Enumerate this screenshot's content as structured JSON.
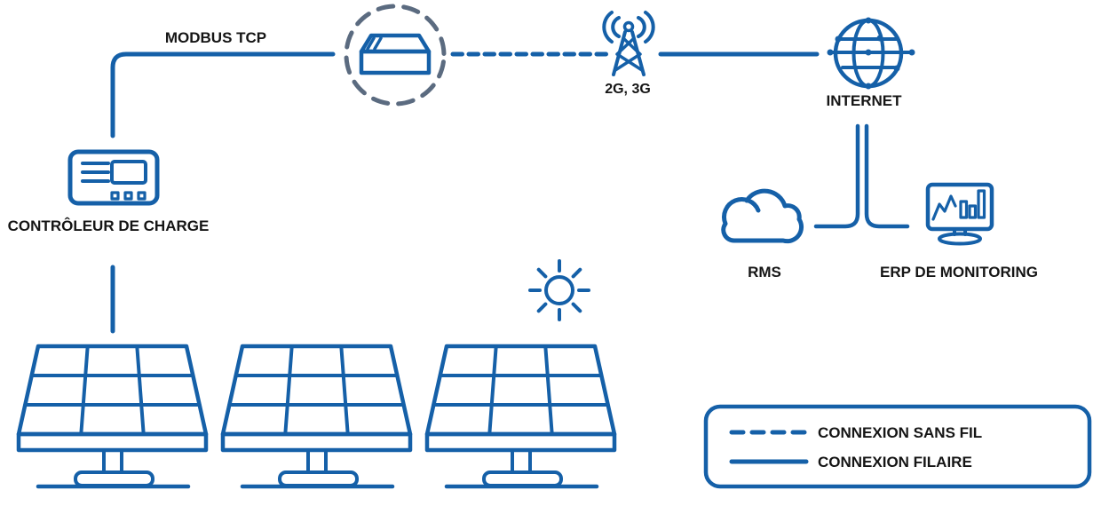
{
  "diagram": {
    "labels": {
      "modbus_tcp": "MODBUS TCP",
      "charge_controller": "CONTRÔLEUR DE CHARGE",
      "cellular": "2G, 3G",
      "internet": "INTERNET",
      "rms": "RMS",
      "erp_monitoring": "ERP DE MONITORING"
    },
    "legend": {
      "wireless": "CONNEXION SANS FIL",
      "wired": "CONNEXION FILAIRE"
    },
    "colors": {
      "primary_blue": "#1560a8",
      "gateway_circle_gray": "#5b6b80",
      "label_text": "#151515",
      "background": "#ffffff"
    },
    "icons": {
      "charge_controller": "charge-controller-icon",
      "gateway": "gateway-box-icon",
      "cell_tower": "cell-tower-icon",
      "internet_globe": "internet-globe-icon",
      "rms_cloud": "cloud-icon",
      "erp_monitor": "monitor-chart-icon",
      "sun": "sun-icon",
      "solar_panel": "solar-panel-icon"
    }
  }
}
